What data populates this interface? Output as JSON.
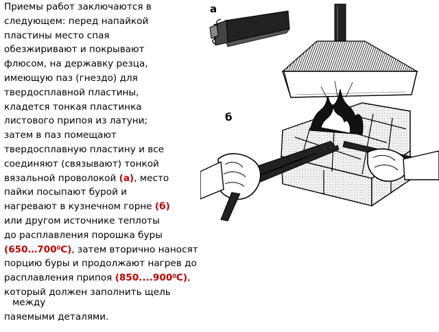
{
  "paragraph": {
    "l1": "Приемы работ заключаются в",
    "l2": "следующем: перед напайкой",
    "l3": "пластины место спая",
    "l4": "обезжиривают и покрывают",
    "l5": "флюсом, на державку резца,",
    "l6": "имеющую паз (гнездо) для",
    "l7": "твердосплавной пластины,",
    "l8": "кладется тонкая пластинка",
    "l9": "листового припоя из латуни;",
    "l10": "затем в паз помещают",
    "l11": "твердосплавную пластину и все",
    "l12": "соединяют (связывают) тонкой",
    "l13_a": "вязальной проволокой ",
    "l13_hl": "(а)",
    "l13_b": ", место",
    "l14": "пайки посыпают бурой и",
    "l15_a": "нагревают в кузнечном горне ",
    "l15_hl": "(б)",
    "l16": "или другом источнике теплоты",
    "l17": "до расплавления порошка  буры",
    "l18_hl_a": "(650…700",
    "l18_sup": "0",
    "l18_hl_b": "С)",
    "l18_b": ", затем вторично наносят",
    "l19": "порцию буры и продолжают нагрев до",
    "l20_a": "расплавления припоя ",
    "l20_hl_a": "(850....900",
    "l20_sup": "0",
    "l20_hl_b": "С)",
    "l20_b": ",",
    "l21_a": "который должен заполнить щель",
    "l21_b": "между",
    "l22": "паяемыми деталями."
  },
  "figure": {
    "label_a": "а",
    "label_b": "б"
  }
}
